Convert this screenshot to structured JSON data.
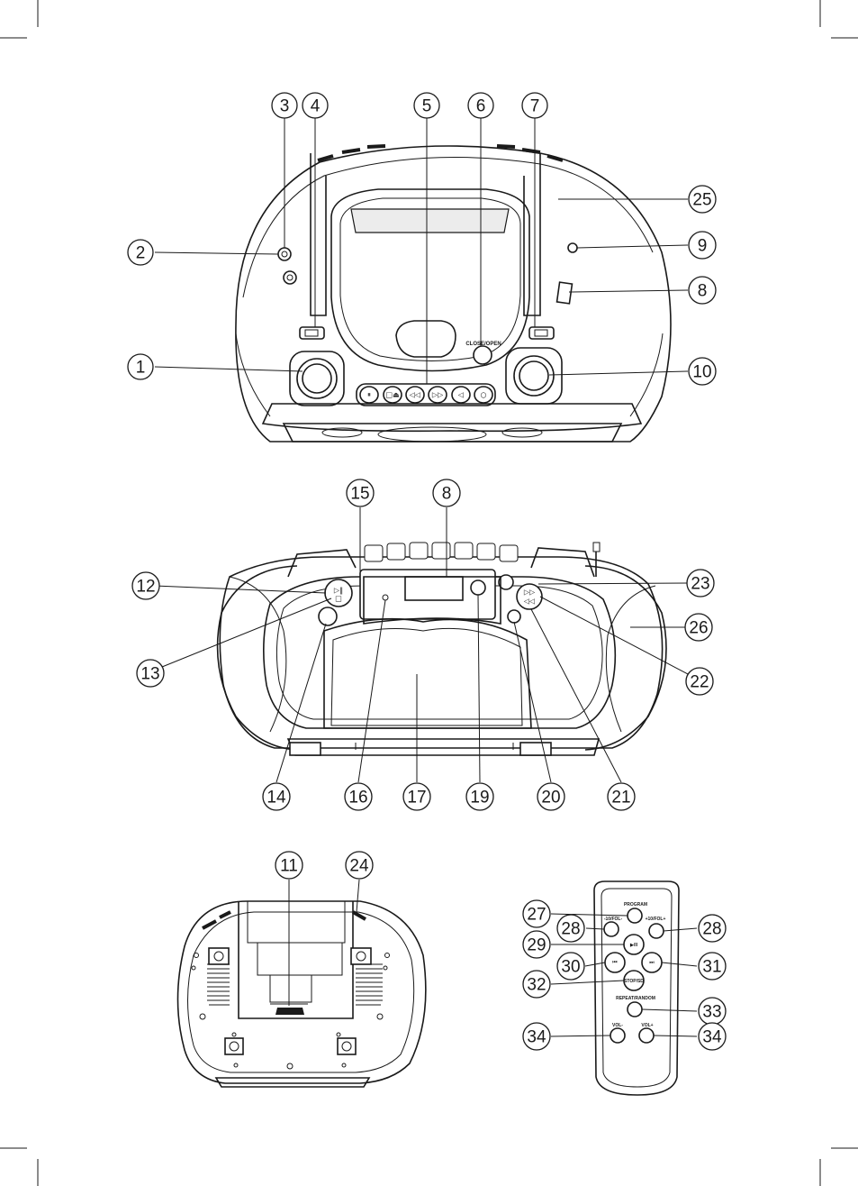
{
  "panel_labels": {
    "close_open": "CLOSE/OPEN",
    "program": "PROGRAM",
    "minus10_fol": "-10/FOL-",
    "plus10_fol": "+10/FOL+",
    "play_pause": "▶/II",
    "stop_usb": "STOP/SD",
    "repeat_random": "REPEAT/RANDOM",
    "vol_minus": "VOL-",
    "vol_plus": "VOL+"
  },
  "callouts": {
    "c1": "1",
    "c2": "2",
    "c3": "3",
    "c4": "4",
    "c5": "5",
    "c6": "6",
    "c7": "7",
    "c8a": "8",
    "c9": "9",
    "c10": "10",
    "c25": "25",
    "c15": "15",
    "c8b": "8",
    "c12": "12",
    "c13": "13",
    "c23": "23",
    "c26": "26",
    "c22": "22",
    "c14": "14",
    "c16": "16",
    "c17": "17",
    "c19": "19",
    "c20": "20",
    "c21": "21",
    "c11": "11",
    "c24": "24",
    "c27": "27",
    "c28a": "28",
    "c28b": "28",
    "c29": "29",
    "c30": "30",
    "c31": "31",
    "c32": "32",
    "c33": "33",
    "c34a": "34",
    "c34b": "34"
  },
  "icons": [
    "crop-mark",
    "play-pause-icon",
    "stop-eject-icon",
    "rewind-icon",
    "forward-icon",
    "mode-icon",
    "record-icon",
    "antenna-icon"
  ]
}
